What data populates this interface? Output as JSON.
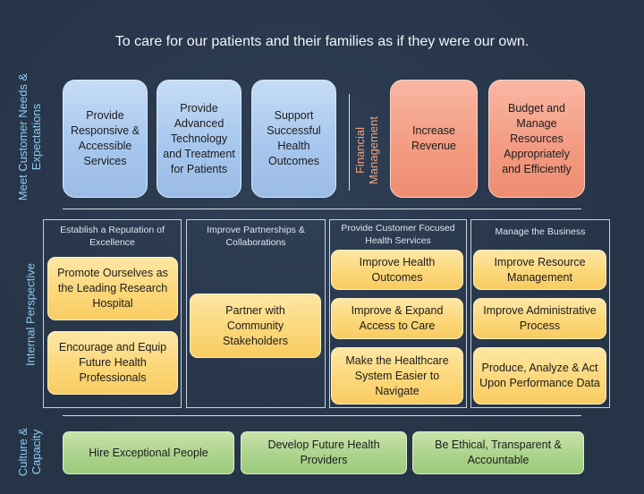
{
  "mission": "To care for our patients and their families as if they were our own.",
  "perspectives": {
    "customer": "Meet Customer Needs & Expectations",
    "financial": "Financial Management",
    "internal": "Internal Perspective",
    "culture": "Culture & Capacity"
  },
  "customer_objectives": [
    "Provide Responsive & Accessible Services",
    "Provide Advanced Technology and Treatment for Patients",
    "Support Successful Health Outcomes"
  ],
  "financial_objectives": [
    "Increase Revenue",
    "Budget and Manage Resources Appropriately and Efficiently"
  ],
  "internal_groups": [
    {
      "title": "Establish a Reputation of Excellence",
      "items": [
        "Promote Ourselves as the Leading Research Hospital",
        "Encourage and Equip Future Health Professionals"
      ]
    },
    {
      "title": "Improve Partnerships & Collaborations",
      "items": [
        "Partner with Community Stakeholders"
      ]
    },
    {
      "title": "Provide Customer Focused Health Services",
      "items": [
        "Improve Health Outcomes",
        "Improve & Expand Access to Care",
        "Make the Healthcare System Easier to Navigate"
      ]
    },
    {
      "title": "Manage the Business",
      "items": [
        "Improve Resource Management",
        "Improve Administrative Process",
        "Produce, Analyze & Act Upon Performance Data"
      ]
    }
  ],
  "culture_objectives": [
    "Hire Exceptional People",
    "Develop Future Health Providers",
    "Be Ethical, Transparent & Accountable"
  ],
  "colors": {
    "background": "#263447",
    "customer": "#a7c7ee",
    "financial": "#f39a80",
    "internal": "#fcd77a",
    "culture": "#a9d28a",
    "perspective_label": "#8ecbf0",
    "financial_label": "#f0a27a"
  }
}
